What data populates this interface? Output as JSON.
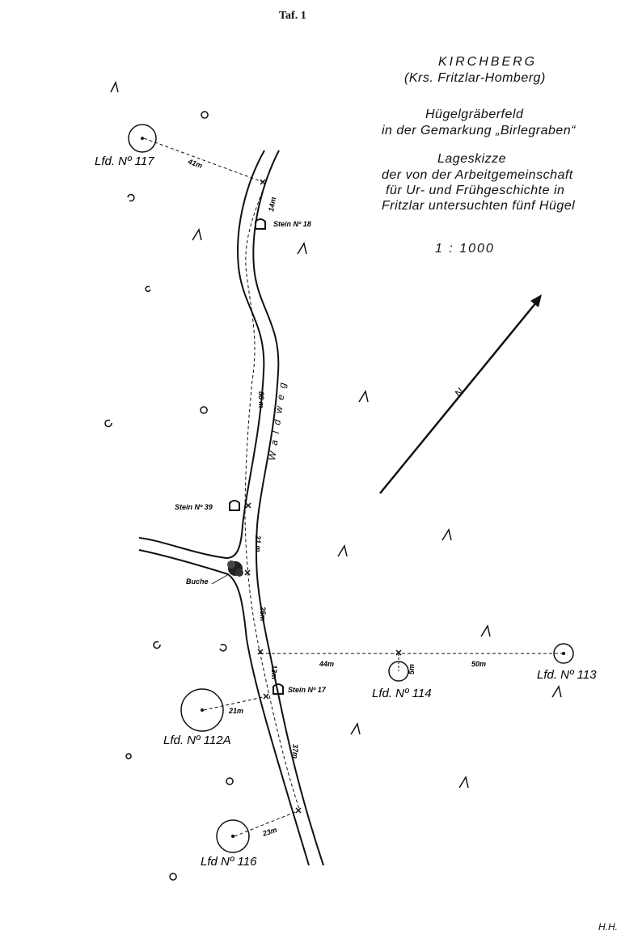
{
  "plate": "Taf. 1",
  "header": {
    "place": "KIRCHBERG",
    "district": "(Krs. Fritzlar-Homberg)",
    "field_title": "Hügelgräberfeld",
    "field_location": "in der Gemarkung „Birlegraben“",
    "sketch_title": "Lageskizze",
    "sketch_line1": "der von der Arbeitgemeinschaft",
    "sketch_line2": "für Ur- und Frühgeschichte in",
    "sketch_line3": "Fritzlar untersuchten fünf Hügel",
    "scale": "1 : 1000"
  },
  "north_label": "N",
  "road_label": "Waldweg",
  "mounds": [
    {
      "label": "Lfd. Nº 117"
    },
    {
      "label": "Lfd. Nº 112A"
    },
    {
      "label": "Lfd Nº 116"
    },
    {
      "label": "Lfd. Nº 114"
    },
    {
      "label": "Lfd. Nº 113"
    }
  ],
  "markers": [
    {
      "label": "Stein Nº 18"
    },
    {
      "label": "Stein Nº 39"
    },
    {
      "label": "Stein Nº 17"
    },
    {
      "label": "Buche"
    }
  ],
  "distances": {
    "d41": "41m",
    "d14": "14m",
    "d88": "88 m",
    "d21a": "21 m",
    "d25": "25m",
    "d13": "13m",
    "d21b": "21m",
    "d37": "37m",
    "d23": "23m",
    "d44": "44m",
    "d5": "5m",
    "d50": "50m"
  },
  "author": "H.H."
}
